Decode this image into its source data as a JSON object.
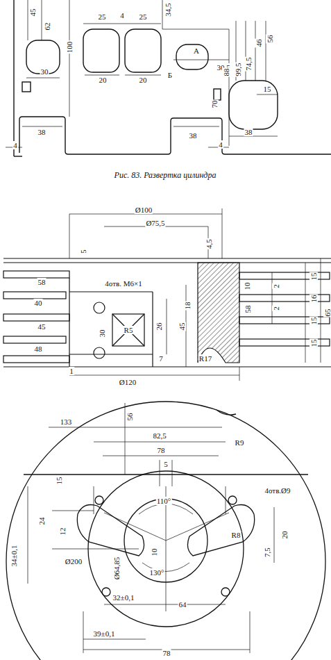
{
  "diagram": {
    "caption": "Рис. 83. Развертка цилиндра",
    "labels": [
      "45",
      "62",
      "30",
      "100",
      "4",
      "25",
      "4",
      "25",
      "34,5",
      "30,5",
      "А",
      "Б",
      "88",
      "99,5",
      "74,5",
      "46",
      "56",
      "15",
      "20",
      "20",
      "70",
      "4",
      "38",
      "38",
      "38",
      "Ø100",
      "Ø75,5",
      "4,5",
      "5",
      "58",
      "40",
      "45",
      "48",
      "4отв. M6×1",
      "10",
      "18",
      "58",
      "2",
      "2",
      "15",
      "16",
      "15",
      "15",
      "65",
      "30",
      "R5",
      "26",
      "45",
      "7",
      "1",
      "R17",
      "Ø120",
      "133",
      "56",
      "82,5",
      "78",
      "5",
      "R9",
      "4отв.Ø9",
      "15",
      "110°",
      "24",
      "12",
      "R8",
      "20",
      "7,5",
      "10",
      "Ø200",
      "Ø64,85",
      "130°",
      "34±0,1",
      "32±0,1",
      "64",
      "39±0,1",
      "78"
    ]
  }
}
